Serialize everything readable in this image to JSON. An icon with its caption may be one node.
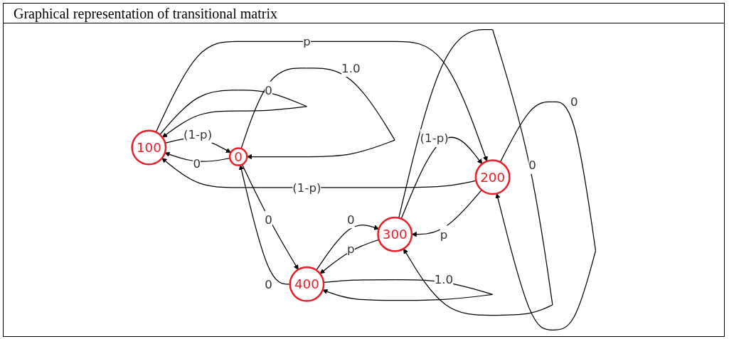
{
  "diagram": {
    "title": "Graphical representation of transitional matrix",
    "nodes": [
      {
        "text": [
          "100"
        ]
      },
      {
        "text": [
          "200"
        ]
      },
      {
        "text": [
          "0"
        ]
      },
      {
        "text": [
          "400"
        ]
      },
      {
        "text": [
          "300"
        ]
      }
    ],
    "edges": [
      {
        "from": 2,
        "to": 0,
        "arrow": "to",
        "label": "0"
      },
      {
        "from": 0,
        "to": 2,
        "arrow": "to",
        "label": "(1-p)"
      },
      {
        "from": 2,
        "to": 2,
        "arrow": "to",
        "label": "1.0"
      },
      {
        "from": 0,
        "to": 0,
        "arrow": "to",
        "label": "0"
      },
      {
        "from": 0,
        "to": 1,
        "arrow": "to",
        "label": "p"
      },
      {
        "from": 1,
        "to": 0,
        "arrow": "to",
        "label": "(1-p)"
      },
      {
        "from": 1,
        "to": 1,
        "arrow": "to",
        "label": "0"
      },
      {
        "from": 1,
        "to": 4,
        "arrow": "to",
        "label": "p"
      },
      {
        "from": 4,
        "to": 1,
        "arrow": "to",
        "label": "(1-p)"
      },
      {
        "from": 4,
        "to": 4,
        "arrow": "to",
        "label": "0"
      },
      {
        "from": 3,
        "to": 4,
        "arrow": "to",
        "label": "0"
      },
      {
        "from": 4,
        "to": 3,
        "arrow": "to",
        "label": "p"
      },
      {
        "from": 2,
        "to": 3,
        "arrow": "to",
        "label": "0"
      },
      {
        "from": 3,
        "to": 2,
        "arrow": "to",
        "label": "0"
      },
      {
        "from": 3,
        "to": 3,
        "arrow": "to",
        "label": "1.0"
      }
    ]
  }
}
